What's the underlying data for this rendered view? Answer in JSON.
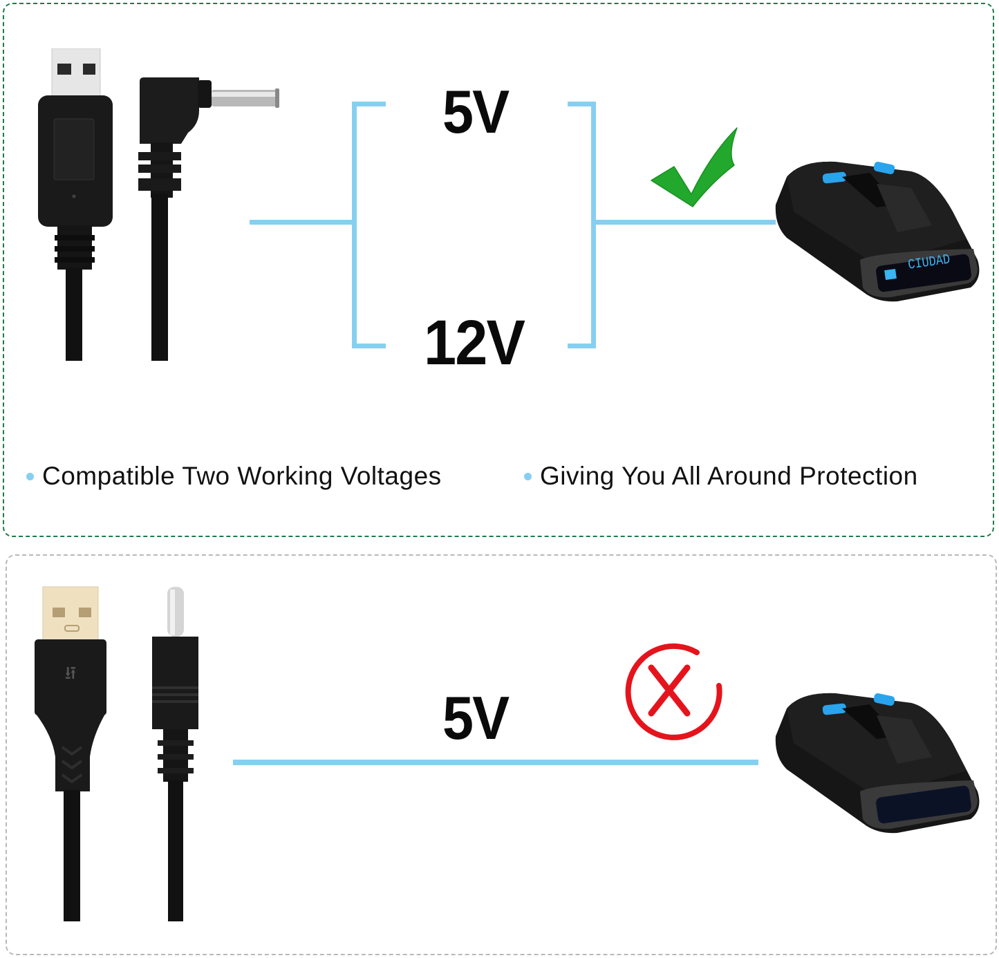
{
  "colors": {
    "wire_blue": "#86cff1",
    "check_green": "#22a82c",
    "cross_red": "#e5141c",
    "frame_top_border": "#1e7a4a",
    "frame_bottom_border": "#b8b8b8",
    "text": "#111111",
    "device_display_text": "#3ab4f2"
  },
  "compatible_panel": {
    "voltage_top": "5V",
    "voltage_bottom": "12V",
    "status_icon": "check-icon",
    "cable": "usb-to-right-angle-dc-cable",
    "device": "radar-detector",
    "device_display_text": "CIUDAD",
    "features": [
      {
        "label": "Compatible Two Working Voltages"
      },
      {
        "label": "Giving You All Around Protection"
      }
    ]
  },
  "incompatible_panel": {
    "voltage": "5V",
    "status_icon": "cross-icon",
    "cable": "usb-to-straight-dc-cable",
    "device": "radar-detector"
  }
}
